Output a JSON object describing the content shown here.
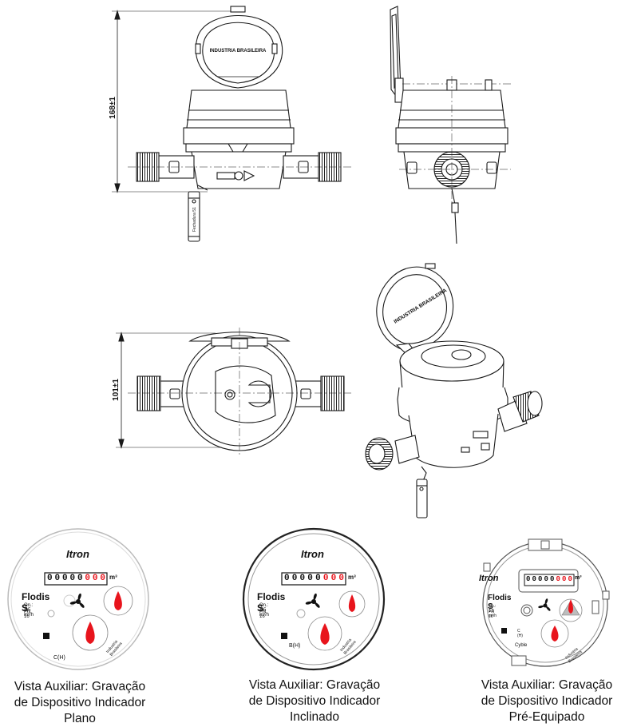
{
  "drawings": {
    "front_dimension": "168±1",
    "plan_dimension": "101±1",
    "lid_engraving": "INDUSTRIA BRASILEIRA",
    "lid_engraving_3d": "INDUSTRIA BRASILEIRA",
    "seal_tag_text": "Fechadura 51"
  },
  "dials": [
    {
      "brand": "Itron",
      "model": "Flodis S",
      "qn": "Qn.: 1,5 m³/h",
      "pn": "PN 16",
      "class": "C(H)",
      "unit": "m³",
      "counter_digits": [
        "0",
        "0",
        "0",
        "0",
        "0",
        "0",
        "0",
        "0"
      ],
      "engraving": "Industria Brasileira",
      "caption": [
        "Vista Auxiliar: Gravação",
        "de Dispositivo Indicador",
        "Plano"
      ]
    },
    {
      "brand": "Itron",
      "model": "Flodis S",
      "qn": "Qn.: 1,5 m³/h",
      "pn": "PN 16",
      "class": "B(H)",
      "unit": "m³",
      "counter_digits": [
        "0",
        "0",
        "0",
        "0",
        "0",
        "0",
        "0",
        "0"
      ],
      "engraving": "Industria Brasileira",
      "caption": [
        "Vista Auxiliar: Gravação",
        "de Dispositivo Indicador",
        "Inclinado"
      ]
    },
    {
      "brand": "Itron",
      "model": "Flodis S",
      "qn": "Qn.: 1,5 m³/h",
      "pn": "PN 16",
      "class": "C (H)",
      "extra": "Cyble",
      "unit": "m³",
      "counter_digits": [
        "0",
        "0",
        "0",
        "0",
        "0",
        "0",
        "0",
        "0"
      ],
      "engraving": "Industria Brasileira",
      "caption": [
        "Vista Auxiliar: Gravação",
        "de Dispositivo Indicador",
        "Pré-Equipado"
      ]
    }
  ],
  "colors": {
    "line": "#1a1a1a",
    "red": "#e8141c",
    "gray": "#bdbdbd"
  }
}
